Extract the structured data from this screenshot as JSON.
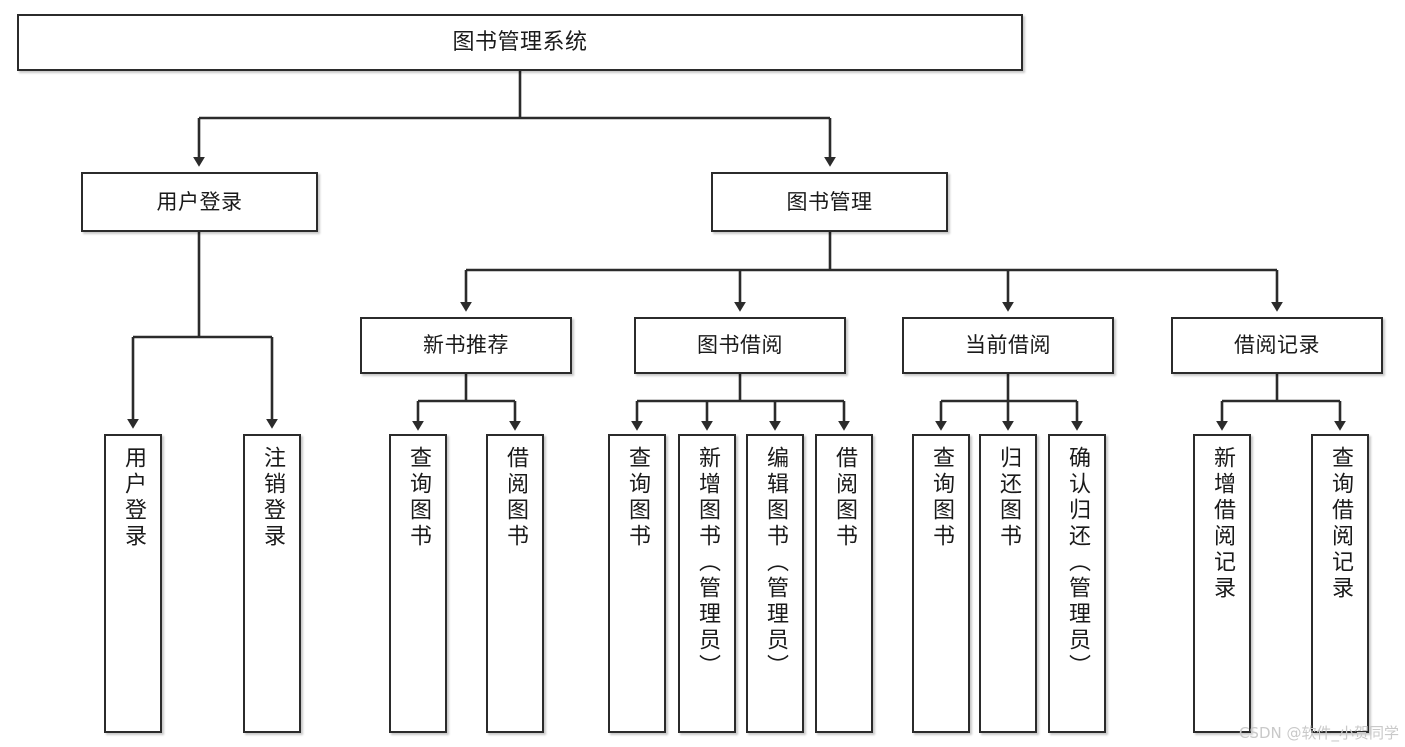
{
  "diagram": {
    "title": "图书管理系统",
    "type": "tree",
    "watermark": "CSDN @软件_小贺同学",
    "colors": {
      "box_border": "#2b2b2b",
      "box_fill": "#ffffff",
      "connector": "#2b2b2b",
      "text": "#1a1a1a",
      "watermark": "#c9c9c9",
      "background": "#ffffff"
    },
    "nodes": {
      "root": {
        "label": "图书管理系统"
      },
      "level2": [
        {
          "label": "用户登录"
        },
        {
          "label": "图书管理"
        }
      ],
      "level3": [
        {
          "label": "新书推荐"
        },
        {
          "label": "图书借阅"
        },
        {
          "label": "当前借阅"
        },
        {
          "label": "借阅记录"
        }
      ],
      "leaves": {
        "user_login": [
          {
            "label": "用户登录"
          },
          {
            "label": "注销登录"
          }
        ],
        "new_book_recommend": [
          {
            "label": "查询图书"
          },
          {
            "label": "借阅图书"
          }
        ],
        "book_borrow": [
          {
            "label": "查询图书"
          },
          {
            "label": "新增图书（管理员）"
          },
          {
            "label": "编辑图书（管理员）"
          },
          {
            "label": "借阅图书"
          }
        ],
        "current_borrow": [
          {
            "label": "查询图书"
          },
          {
            "label": "归还图书"
          },
          {
            "label": "确认归还（管理员）"
          }
        ],
        "borrow_record": [
          {
            "label": "新增借阅记录"
          },
          {
            "label": "查询借阅记录"
          }
        ]
      }
    }
  }
}
